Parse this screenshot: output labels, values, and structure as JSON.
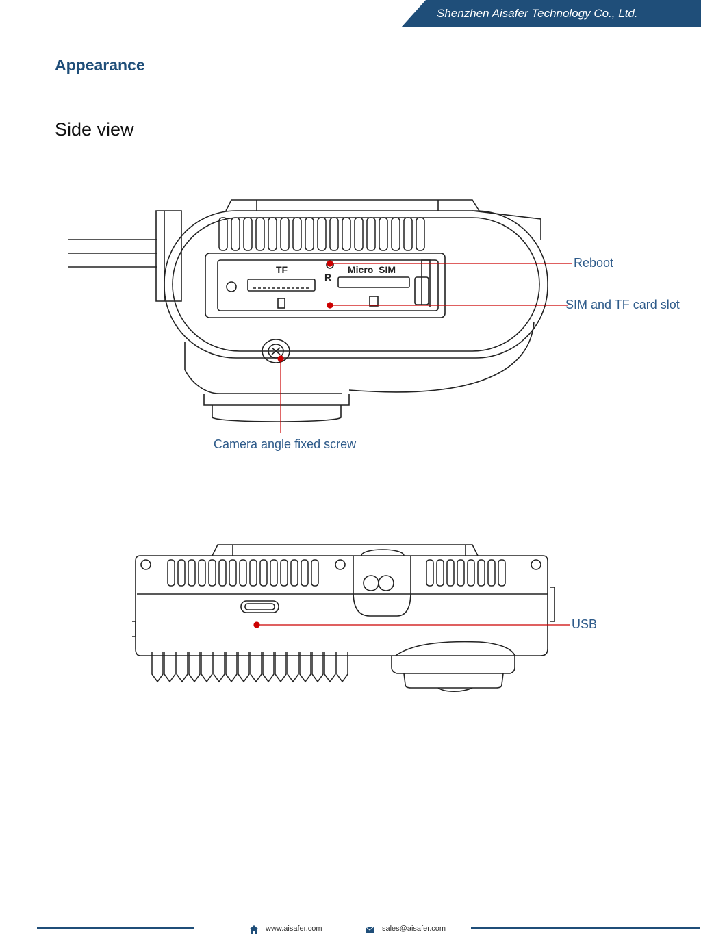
{
  "header": {
    "company": "Shenzhen Aisafer Technology Co., Ltd.",
    "accent_color": "#1f4e79"
  },
  "section": {
    "heading": "Appearance",
    "subheading": "Side view"
  },
  "callouts": {
    "reboot": "Reboot",
    "sim_tf_slot": "SIM and TF card slot",
    "camera_screw": "Camera angle fixed screw",
    "usb": "USB",
    "callout_color": "#2e5b8a",
    "pointer_color": "#cc0000"
  },
  "device_labels": {
    "tf": "TF",
    "reset": "R",
    "micro_sim": "Micro  SIM"
  },
  "footer": {
    "website": "www.aisafer.com",
    "email": "sales@aisafer.com",
    "website_icon": "home-icon",
    "email_icon": "envelope-icon"
  }
}
